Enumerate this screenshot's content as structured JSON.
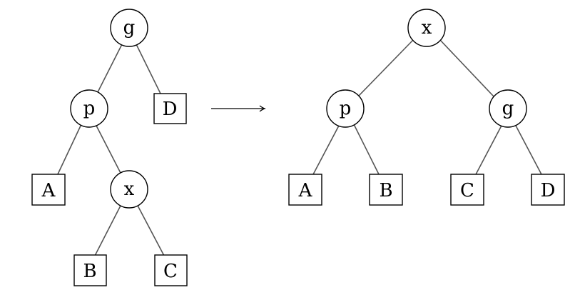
{
  "before_tree": {
    "root": "g",
    "root_children": [
      "p",
      "D"
    ],
    "p_children": [
      "A",
      "x"
    ],
    "x_children": [
      "B",
      "C"
    ]
  },
  "after_tree": {
    "root": "x",
    "root_children": [
      "p",
      "g"
    ],
    "p_children": [
      "A",
      "B"
    ],
    "g_children": [
      "C",
      "D"
    ]
  },
  "colors": {
    "edge": "#555555",
    "outline": "#000000",
    "background": "#ffffff"
  }
}
